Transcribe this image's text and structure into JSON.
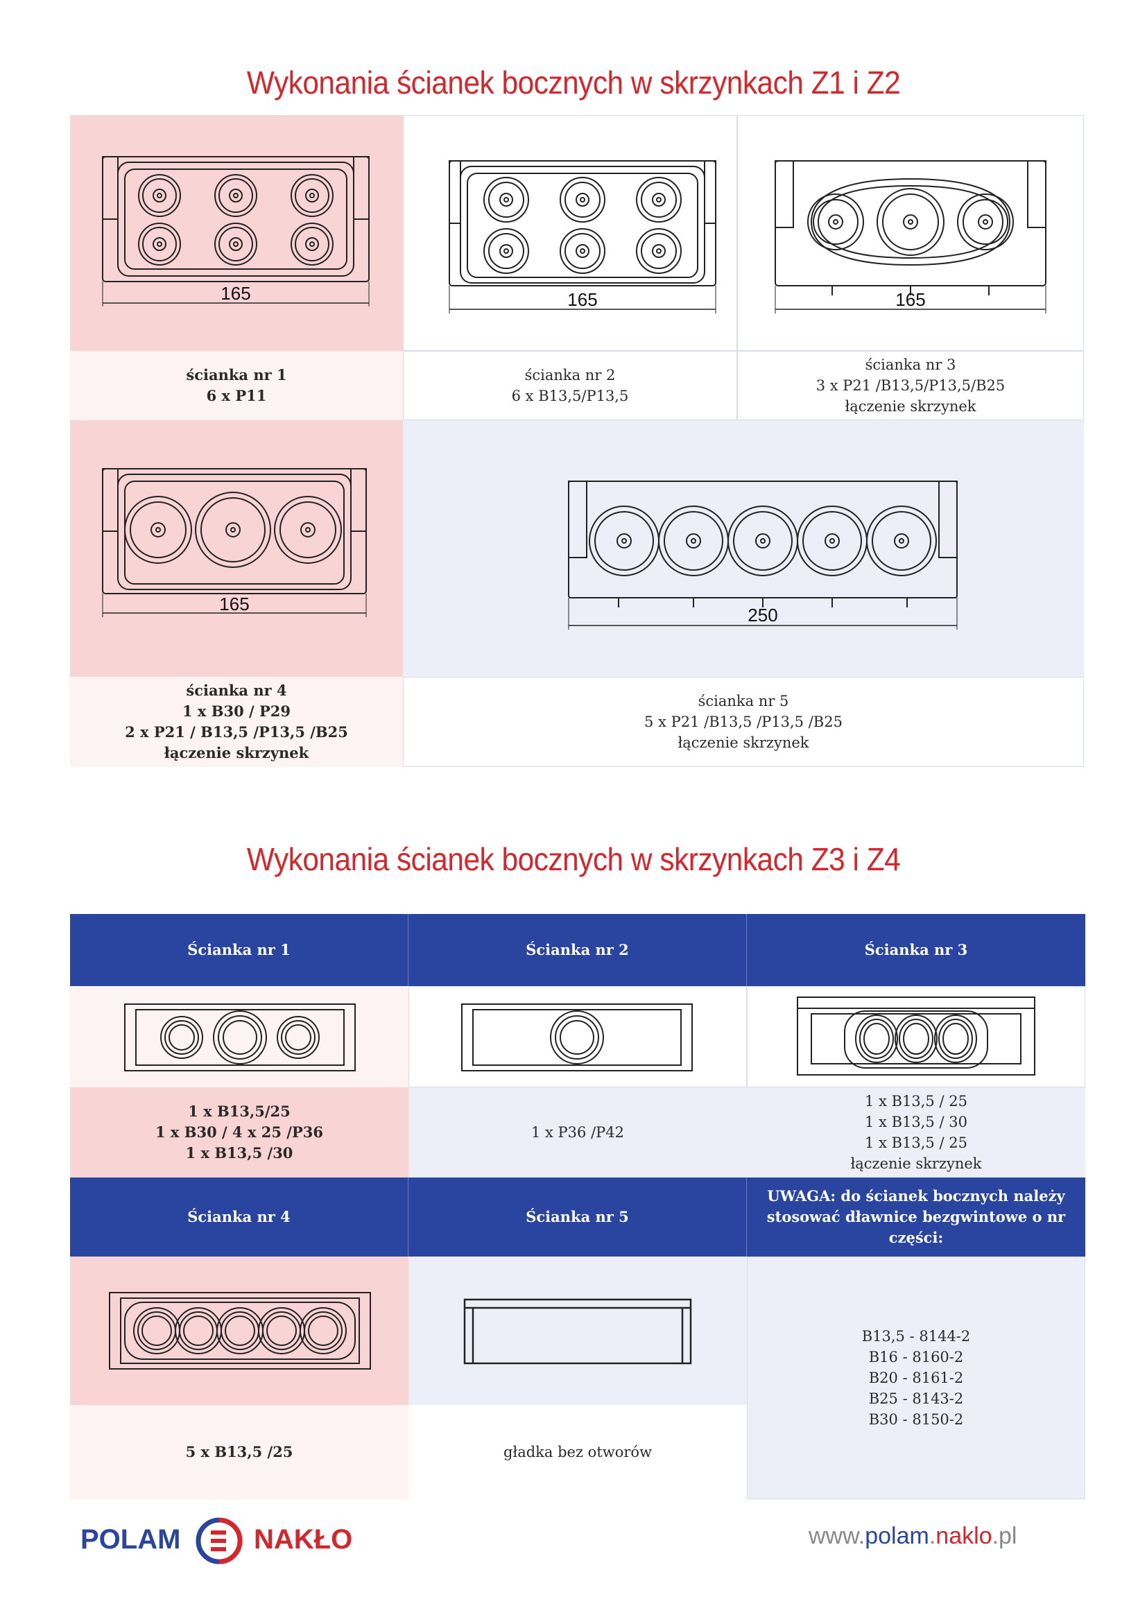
{
  "section1": {
    "title": "Wykonania ścianek bocznych w skrzynkach Z1 i Z2",
    "walls": [
      {
        "name": "ścianka nr 1",
        "lines": [
          "6 x P11"
        ],
        "dimension": "165"
      },
      {
        "name": "ścianka nr 2",
        "lines": [
          "6 x B13,5/P13,5"
        ],
        "dimension": "165"
      },
      {
        "name": "ścianka nr 3",
        "lines": [
          "3 x P21 /B13,5/P13,5/B25",
          "łączenie skrzynek"
        ],
        "dimension": "165"
      },
      {
        "name": "ścianka nr 4",
        "lines": [
          "1 x B30 / P29",
          "2 x P21 / B13,5 /P13,5 /B25",
          "łączenie skrzynek"
        ],
        "dimension": "165"
      },
      {
        "name": "ścianka nr 5",
        "lines": [
          "5 x P21 /B13,5 /P13,5 /B25",
          "łączenie skrzynek"
        ],
        "dimension": "250"
      }
    ]
  },
  "section2": {
    "title": "Wykonania ścianek bocznych w skrzynkach Z3 i Z4",
    "headers": [
      "Ścianka nr 1",
      "Ścianka nr 2",
      "Ścianka nr 3",
      "Ścianka nr 4",
      "Ścianka nr 5"
    ],
    "walls": [
      {
        "lines": [
          "1 x B13,5/25",
          "1 x B30 / 4 x 25 /P36",
          "1 x B13,5 /30"
        ]
      },
      {
        "lines": [
          "1 x P36 /P42"
        ]
      },
      {
        "lines": [
          "1 x B13,5 / 25",
          "1 x B13,5 / 30",
          "1 x B13,5 / 25",
          "łączenie skrzynek"
        ]
      },
      {
        "lines": [
          "5 x B13,5 /25"
        ]
      },
      {
        "lines": [
          "gładka bez otworów"
        ]
      }
    ],
    "note": {
      "heading_1": "UWAGA: do ścianek bocznych należy",
      "heading_2": "stosować dławnice bezgwintowe o nr części:",
      "parts": [
        "B13,5 - 8144-2",
        "B16 - 8160-2",
        "B20 - 8161-2",
        "B25 - 8143-2",
        "B30 - 8150-2"
      ]
    }
  },
  "footer": {
    "brand_left": "POLAM",
    "brand_right": "NAKŁO",
    "url_prefix": "www.",
    "url_mid": "polam",
    "url_dot1": ".",
    "url_name": "naklo",
    "url_suffix": ".pl"
  },
  "colors": {
    "title_red": "#d6262c",
    "header_blue": "#2a45a0",
    "pink": "#f9d4d4",
    "lavender": "#eceef8"
  }
}
